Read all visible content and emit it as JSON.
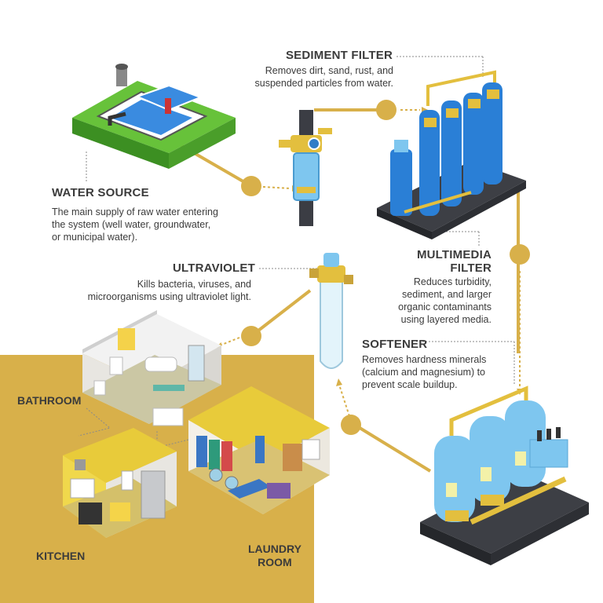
{
  "stages": {
    "water_source": {
      "title": "WATER SOURCE",
      "desc": [
        "The main supply of raw water entering",
        "the system (well water, groundwater,",
        "or municipal water)."
      ]
    },
    "sediment_filter": {
      "title": "SEDIMENT FILTER",
      "desc": [
        "Removes dirt, sand, rust, and",
        "suspended particles from water."
      ]
    },
    "multimedia_filter": {
      "title": [
        "MULTIMEDIA",
        "FILTER"
      ],
      "desc": [
        "Reduces turbidity,",
        "sediment, and larger",
        "organic contaminants",
        "using layered media."
      ]
    },
    "ultraviolet": {
      "title": "ULTRAVIOLET",
      "desc": [
        "Kills bacteria, viruses, and",
        "microorganisms using ultraviolet light."
      ]
    },
    "softener": {
      "title": "SOFTENER",
      "desc": [
        "Removes hardness minerals",
        "(calcium and magnesium) to",
        "prevent scale buildup."
      ]
    }
  },
  "rooms": {
    "bathroom": "BATHROOM",
    "kitchen": "KITCHEN",
    "laundry": [
      "LAUNDRY",
      "ROOM"
    ]
  },
  "colors": {
    "gold": "#d8b04a",
    "tank_blue": "#2a7fd6",
    "light_blue": "#7ec6ef",
    "grass": "#67c23a",
    "platform": "#3d3f45"
  },
  "icons": [
    "water-source-illustration",
    "sediment-filter-illustration",
    "multimedia-filter-illustration",
    "uv-lamp-illustration",
    "softener-illustration",
    "bathroom-illustration",
    "kitchen-illustration",
    "laundry-illustration"
  ]
}
